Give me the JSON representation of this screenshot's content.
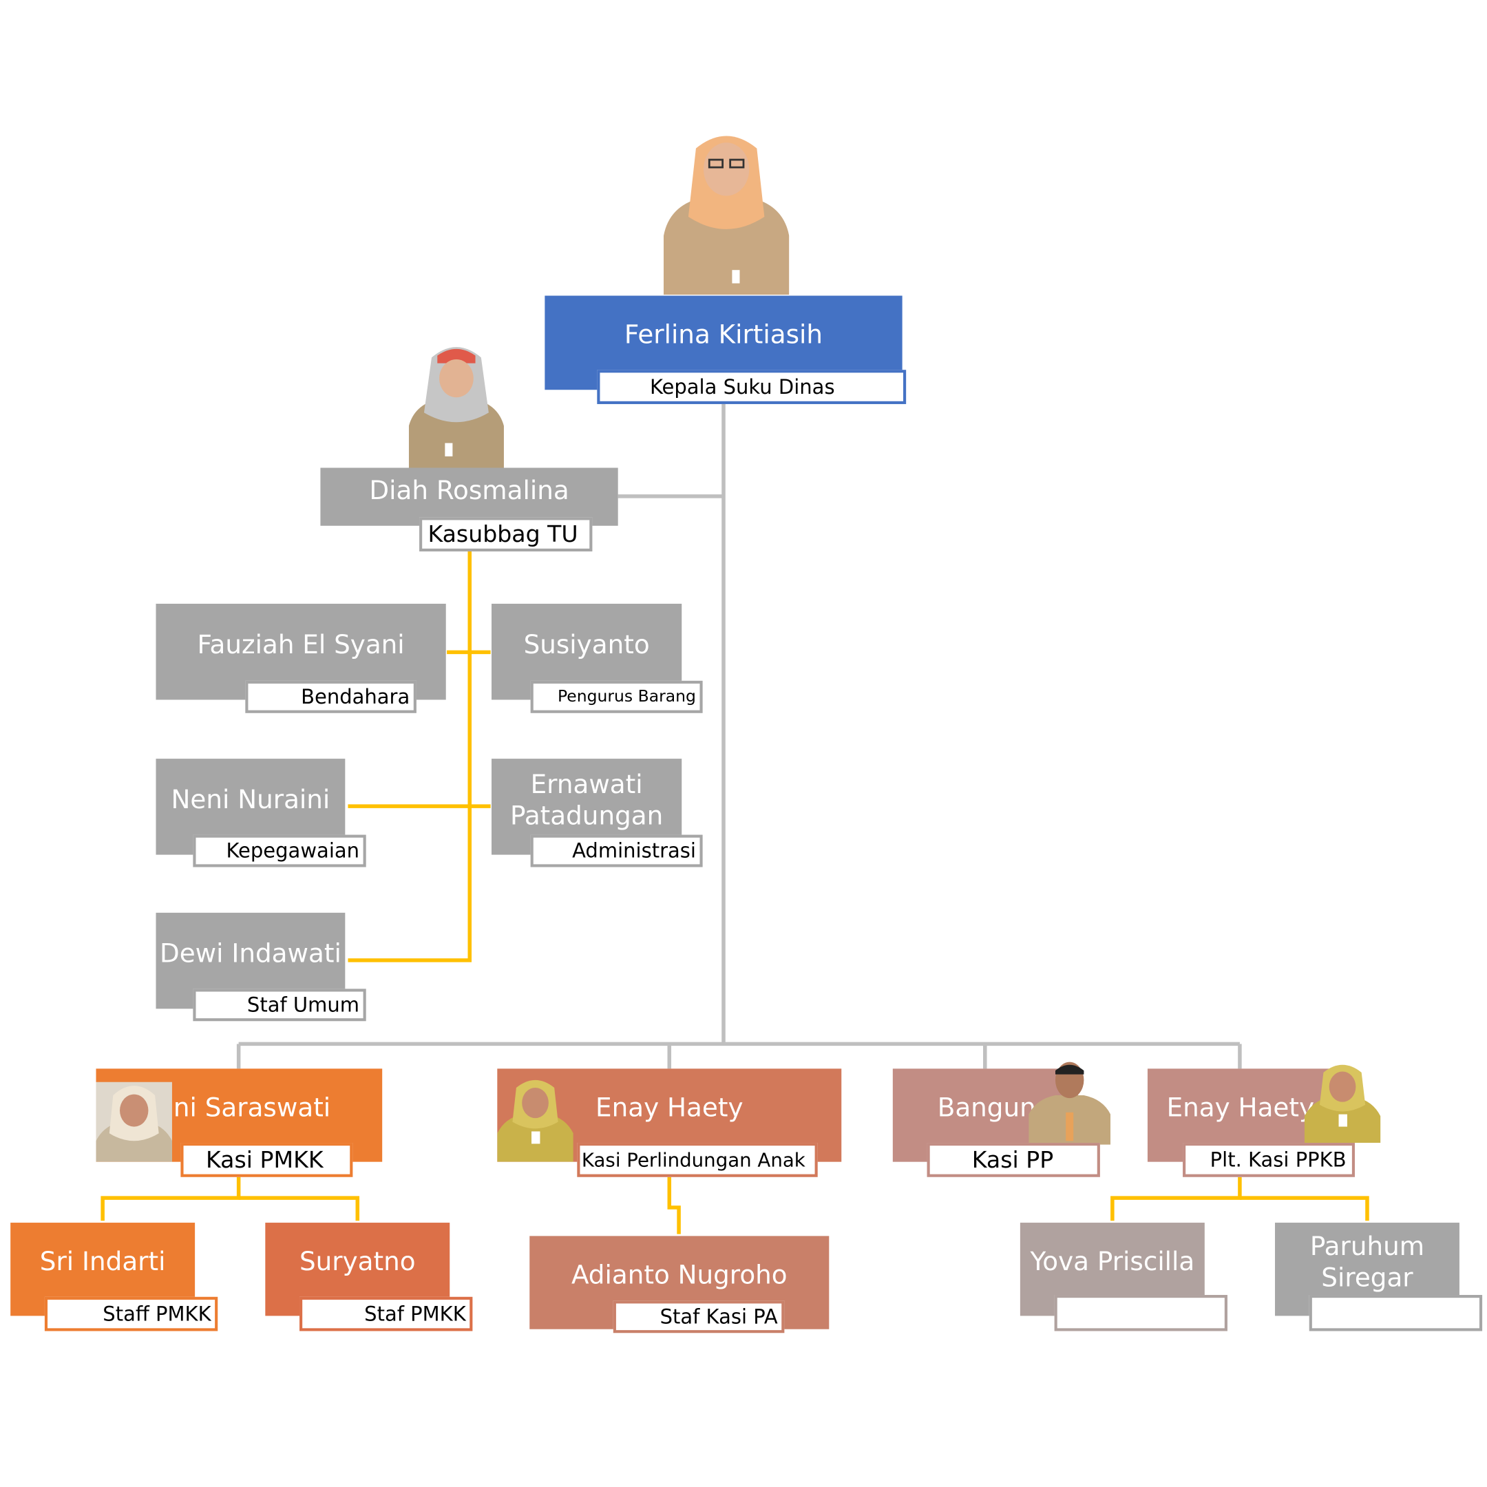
{
  "colors": {
    "head": "#4472c4",
    "grey": "#a6a6a6",
    "orange": "#ed7d31",
    "orange_light": "#dc7048",
    "salmon": "#d2795a",
    "salmon_dark": "#c98069",
    "rose": "#c28d84",
    "taupe": "#b0a29f",
    "line_grey": "#bfbfbf",
    "line_yellow": "#ffc000"
  },
  "head": {
    "name": "Ferlina Kirtiasih",
    "title": "Kepala Suku Dinas"
  },
  "secretary": {
    "name": "Diah Rosmalina",
    "title": "Kasubbag TU"
  },
  "staff": [
    {
      "name": "Fauziah El Syani",
      "title": "Bendahara"
    },
    {
      "name": "Susiyanto",
      "title": "Pengurus Barang"
    },
    {
      "name": "Neni Nuraini",
      "title": "Kepegawaian"
    },
    {
      "name": "Ernawati Patadungan",
      "title": "Administrasi"
    },
    {
      "name": "Dewi Indawati",
      "title": "Staf Umum"
    }
  ],
  "sections": [
    {
      "name": "Eni Saraswati",
      "title": "Kasi PMKK"
    },
    {
      "name": "Enay Haety",
      "title": "Kasi Perlindungan Anak"
    },
    {
      "name": "Bangun",
      "title": "Kasi PP"
    },
    {
      "name": "Enay Haety",
      "title": "Plt. Kasi PPKB"
    }
  ],
  "section_staff": [
    {
      "name": "Sri Indarti",
      "title": "Staff PMKK"
    },
    {
      "name": "Suryatno",
      "title": "Staf PMKK"
    },
    {
      "name": "Adianto Nugroho",
      "title": "Staf Kasi PA"
    },
    {
      "name": "Yova Priscilla",
      "title": ""
    },
    {
      "name": "Paruhum Siregar",
      "title": ""
    }
  ]
}
